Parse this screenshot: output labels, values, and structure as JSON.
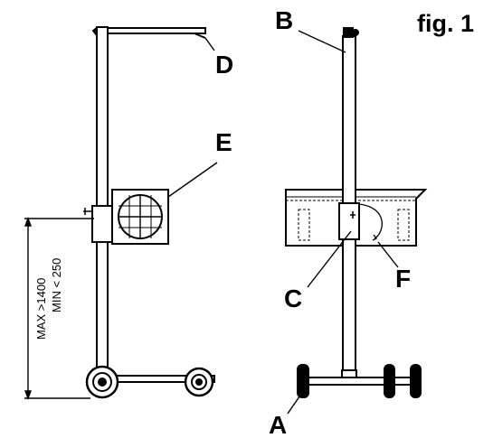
{
  "figure": {
    "title": "fig. 1",
    "labels": {
      "a": "A",
      "b": "B",
      "c": "C",
      "d": "D",
      "e": "E",
      "f": "F"
    },
    "dimension": {
      "max": "MAX >1400",
      "min": "MIN < 250"
    }
  }
}
